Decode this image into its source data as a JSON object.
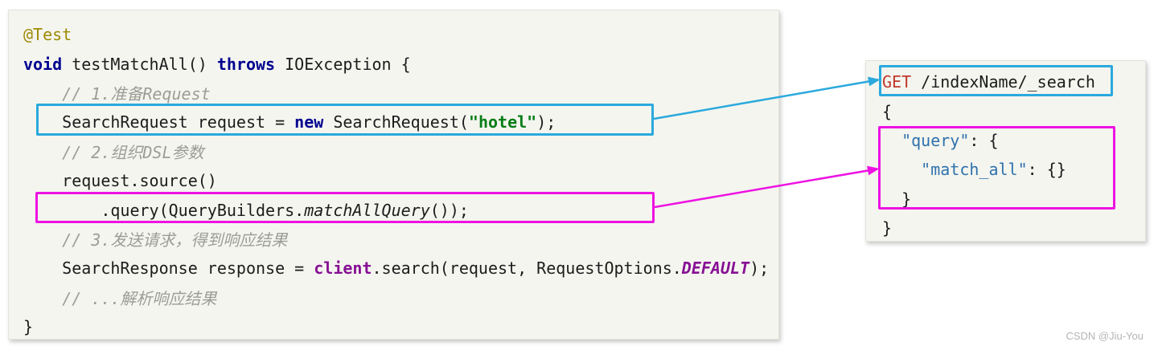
{
  "colors": {
    "panel_bg": "#f4f5ef",
    "accent_cyan": "#2aa9dd",
    "accent_magenta": "#ee12e2",
    "c_plain": "#1c1c1c",
    "c_keyword": "#000090",
    "c_annotation": "#9e8a06",
    "c_comment": "#9d9d96",
    "c_string": "#067d17",
    "c_purple": "#871094",
    "c_http": "#c0392b",
    "c_json_key": "#2e71ad"
  },
  "java_panel": {
    "description": "Java test method calling Elasticsearch match_all search",
    "lines": [
      [
        {
          "t": "@Test",
          "s": "annotation"
        }
      ],
      [
        {
          "t": "void",
          "s": "keyword"
        },
        {
          "t": " testMatchAll() ",
          "s": "plain"
        },
        {
          "t": "throws",
          "s": "keyword"
        },
        {
          "t": " IOException {",
          "s": "plain"
        }
      ],
      [
        {
          "t": "    // 1.准备Request",
          "s": "comment"
        }
      ],
      [
        {
          "t": "    SearchRequest request = ",
          "s": "plain"
        },
        {
          "t": "new",
          "s": "keyword"
        },
        {
          "t": " SearchRequest(",
          "s": "plain"
        },
        {
          "t": "\"hotel\"",
          "s": "string"
        },
        {
          "t": ");",
          "s": "plain"
        }
      ],
      [
        {
          "t": "    // 2.组织DSL参数",
          "s": "comment"
        }
      ],
      [
        {
          "t": "    request.source()",
          "s": "plain"
        }
      ],
      [
        {
          "t": "        .query(QueryBuilders.",
          "s": "plain"
        },
        {
          "t": "matchAllQuery",
          "s": "method-italic"
        },
        {
          "t": "());",
          "s": "plain"
        }
      ],
      [
        {
          "t": "    // 3.发送请求，得到响应结果",
          "s": "comment"
        }
      ],
      [
        {
          "t": "    SearchResponse response = ",
          "s": "plain"
        },
        {
          "t": "client",
          "s": "field"
        },
        {
          "t": ".search(request, RequestOptions.",
          "s": "plain"
        },
        {
          "t": "DEFAULT",
          "s": "constant"
        },
        {
          "t": ");",
          "s": "plain"
        }
      ],
      [
        {
          "t": "    // ...解析响应结果",
          "s": "comment"
        }
      ],
      [
        {
          "t": "}",
          "s": "plain"
        }
      ]
    ]
  },
  "dsl_panel": {
    "description": "Equivalent Elasticsearch REST DSL request",
    "lines": [
      [
        {
          "t": "GET",
          "s": "http"
        },
        {
          "t": " /indexName/_search",
          "s": "plain"
        }
      ],
      [
        {
          "t": "{",
          "s": "plain"
        }
      ],
      [
        {
          "t": "  ",
          "s": "plain"
        },
        {
          "t": "\"query\"",
          "s": "json-key"
        },
        {
          "t": ": {",
          "s": "plain"
        }
      ],
      [
        {
          "t": "    ",
          "s": "plain"
        },
        {
          "t": "\"match_all\"",
          "s": "json-key"
        },
        {
          "t": ": {}",
          "s": "plain"
        }
      ],
      [
        {
          "t": "  }",
          "s": "plain"
        }
      ],
      [
        {
          "t": "}",
          "s": "plain"
        }
      ]
    ]
  },
  "watermark": {
    "text": "CSDN @Jiu-You"
  }
}
